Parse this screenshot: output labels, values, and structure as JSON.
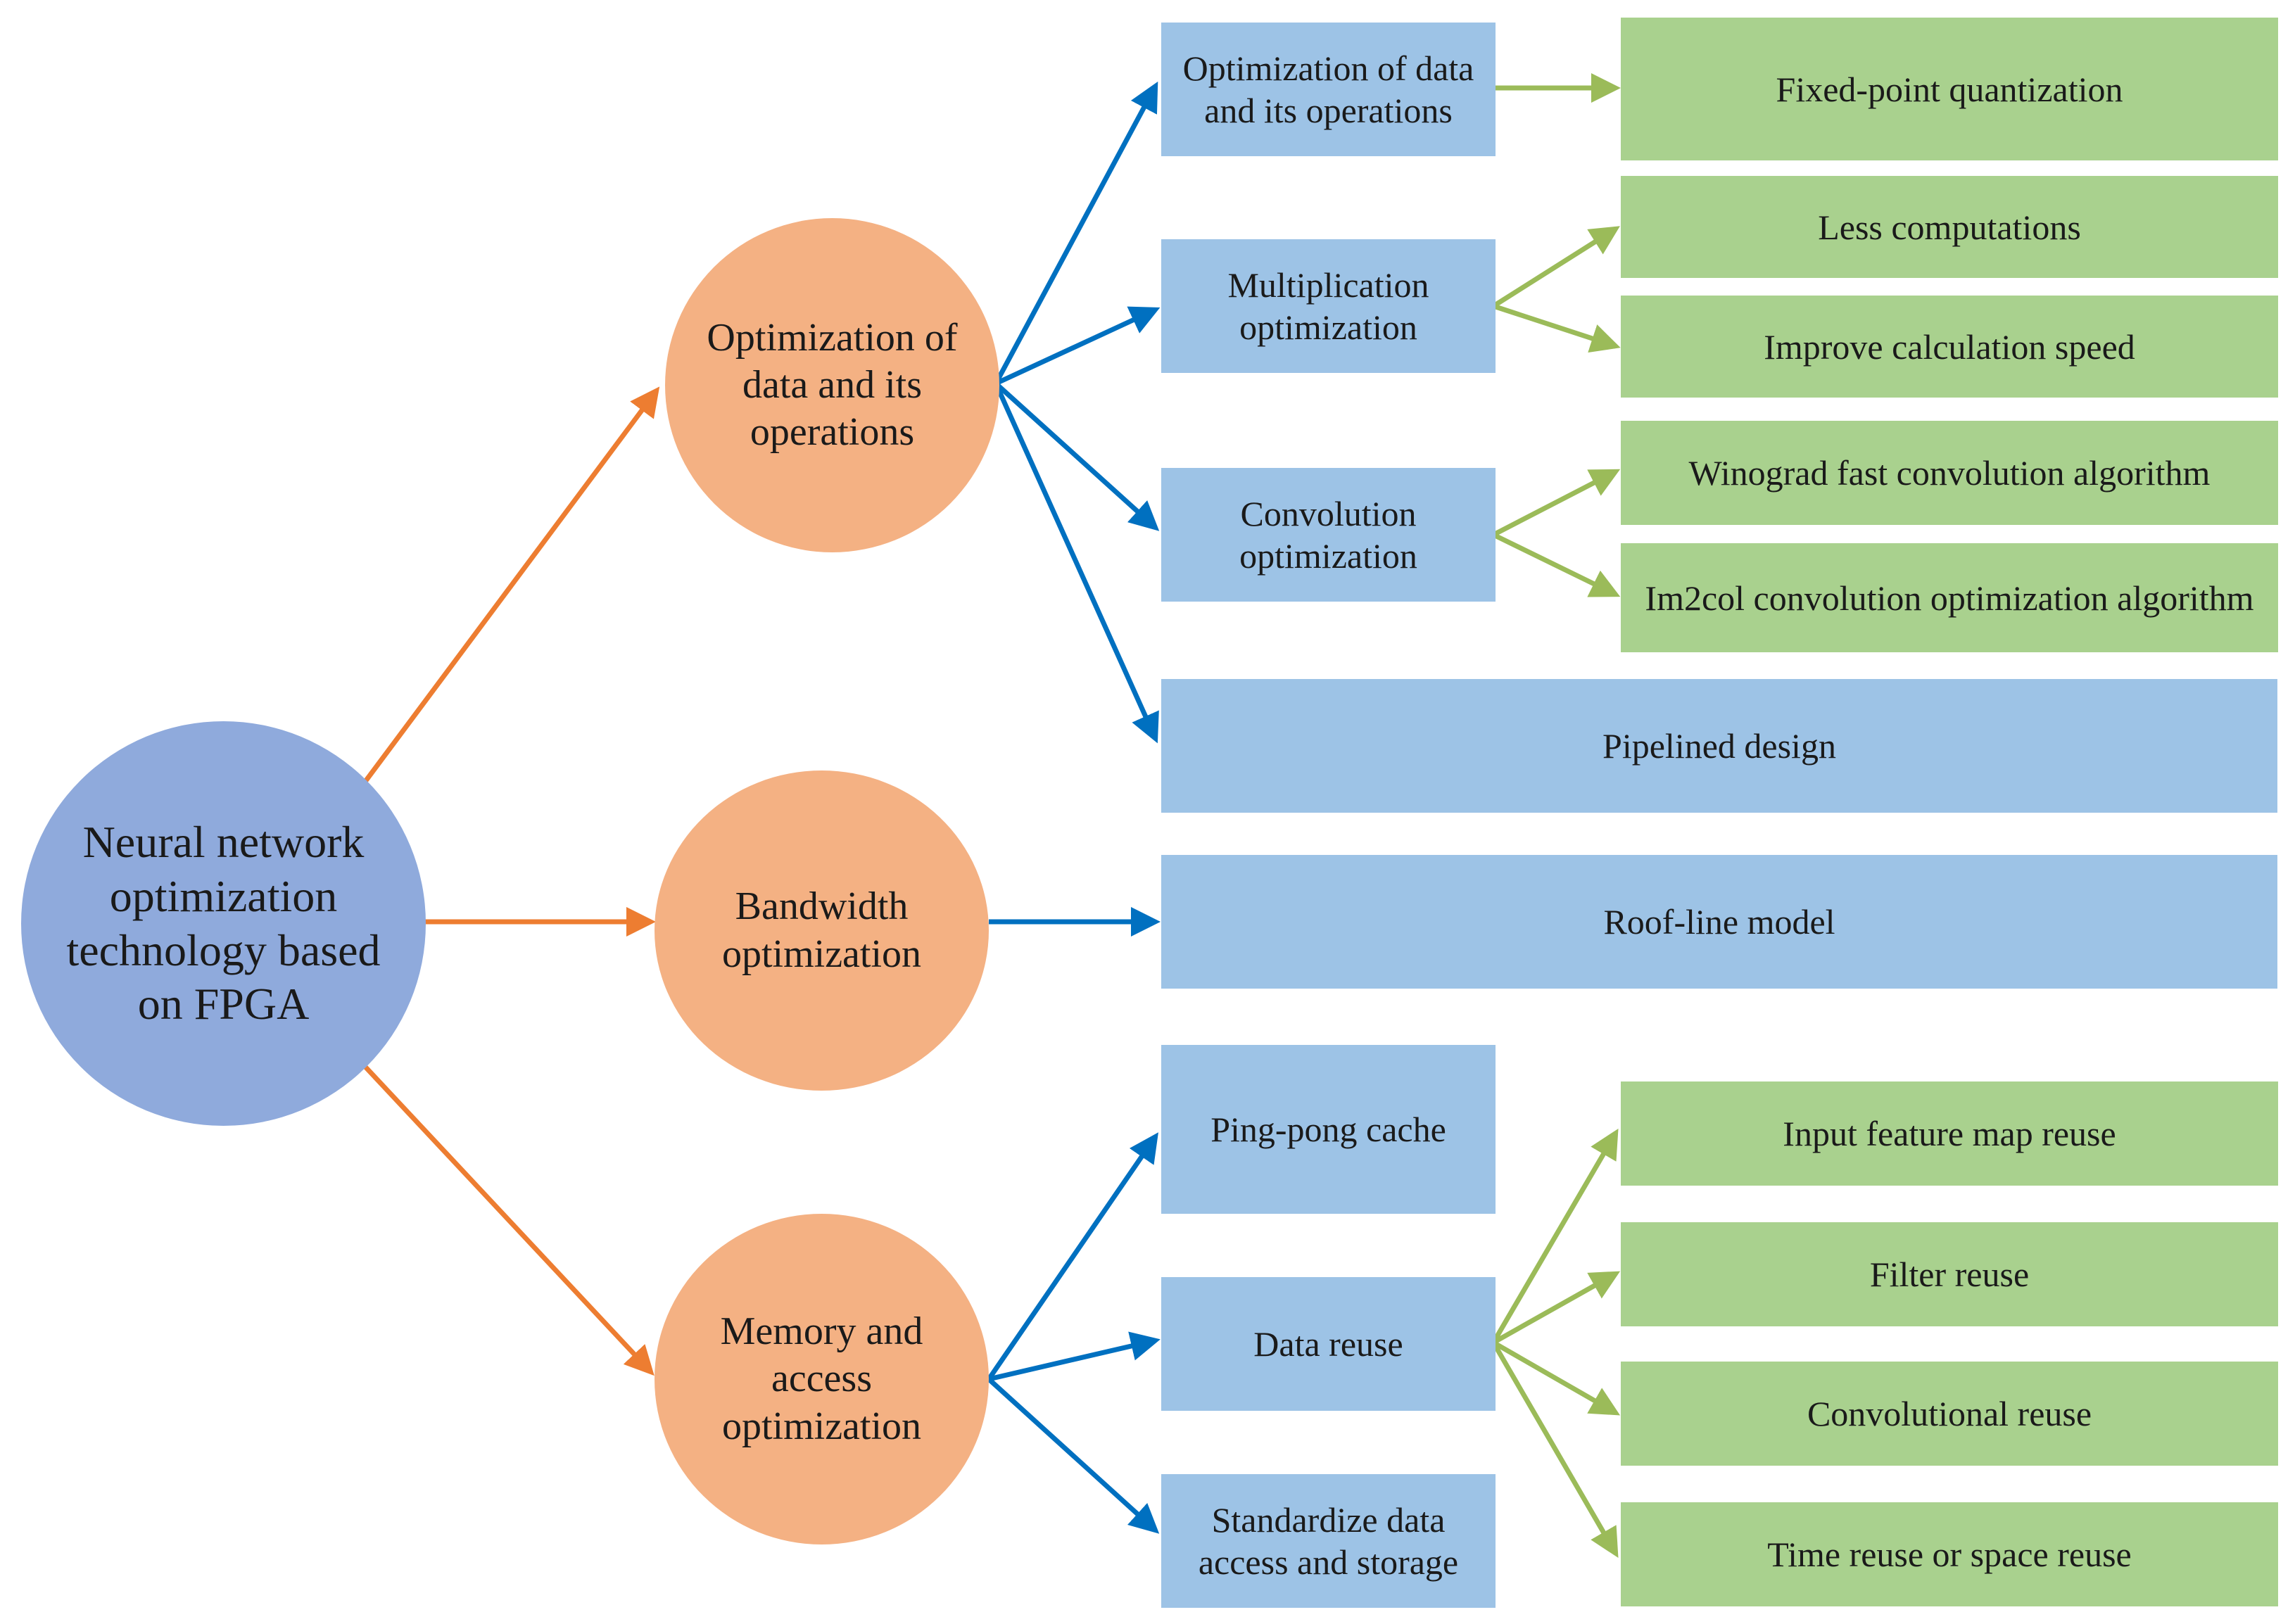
{
  "colors": {
    "root_fill": "#8faadc",
    "branch_fill": "#f4b183",
    "sub_fill": "#9dc3e6",
    "leaf_fill": "#a9d18e",
    "orange_arrow": "#ed7d31",
    "blue_arrow": "#0070c0",
    "green_arrow": "#9bbb59"
  },
  "root": {
    "label": "Neural network optimization technology based on FPGA"
  },
  "branches": {
    "data_ops": {
      "label": "Optimization of data and its operations"
    },
    "bandwidth": {
      "label": "Bandwidth optimization"
    },
    "memory": {
      "label": "Memory and access optimization"
    }
  },
  "subs": {
    "data_ops_opt": {
      "label": "Optimization of data and its operations"
    },
    "multiplication": {
      "label": "Multiplication optimization"
    },
    "convolution": {
      "label": "Convolution optimization"
    },
    "pipelined": {
      "label": "Pipelined design"
    },
    "roofline": {
      "label": "Roof-line model"
    },
    "pingpong": {
      "label": "Ping-pong cache"
    },
    "data_reuse": {
      "label": "Data reuse"
    },
    "standardize": {
      "label": "Standardize data access and storage"
    }
  },
  "leaves": {
    "fixed_point": {
      "label": "Fixed-point quantization"
    },
    "less_comp": {
      "label": "Less computations"
    },
    "improve_speed": {
      "label": "Improve calculation speed"
    },
    "winograd": {
      "label": "Winograd fast convolution algorithm"
    },
    "im2col": {
      "label": "Im2col convolution optimization algorithm"
    },
    "input_fm": {
      "label": "Input feature map reuse"
    },
    "filter": {
      "label": "Filter reuse"
    },
    "conv_reuse": {
      "label": "Convolutional reuse"
    },
    "time_space": {
      "label": "Time reuse or space reuse"
    }
  }
}
